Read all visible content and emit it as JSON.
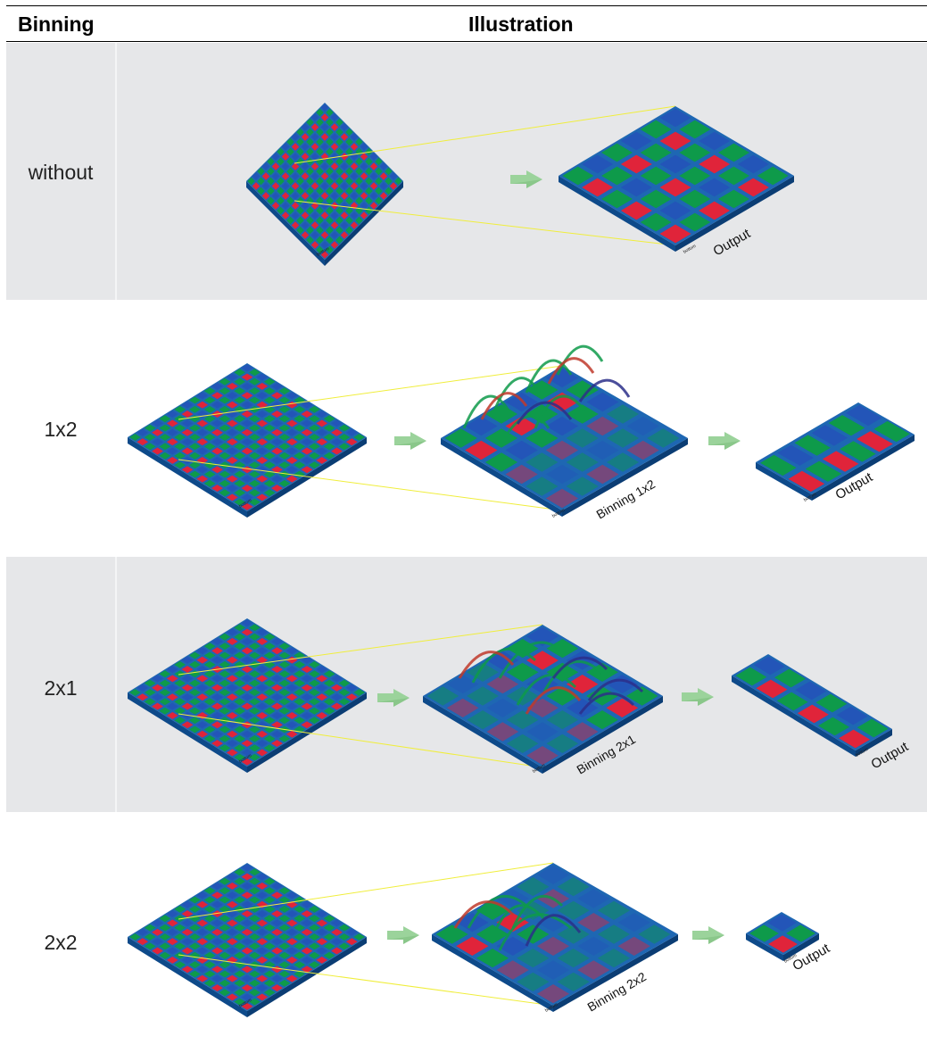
{
  "header": {
    "binning": "Binning",
    "illustration": "Illustration"
  },
  "rows": [
    {
      "label": "without",
      "shaded": true
    },
    {
      "label": "1x2",
      "shaded": false
    },
    {
      "label": "2x1",
      "shaded": true
    },
    {
      "label": "2x2",
      "shaded": false
    }
  ],
  "labels": {
    "bottom": "bottom",
    "output": "Output",
    "binning_1x2": "Binning 1x2",
    "binning_2x1": "Binning 2x1",
    "binning_2x2": "Binning 2x2"
  },
  "colors": {
    "red": "#e0243a",
    "green": "#0e9a4a",
    "blue": "#2355b8",
    "board": "#1e67b3",
    "board_edge": "#0e4a8a",
    "grid": "#8a9bb5",
    "guide_line": "#f0ee3c",
    "arrow": "#9bd39b"
  }
}
